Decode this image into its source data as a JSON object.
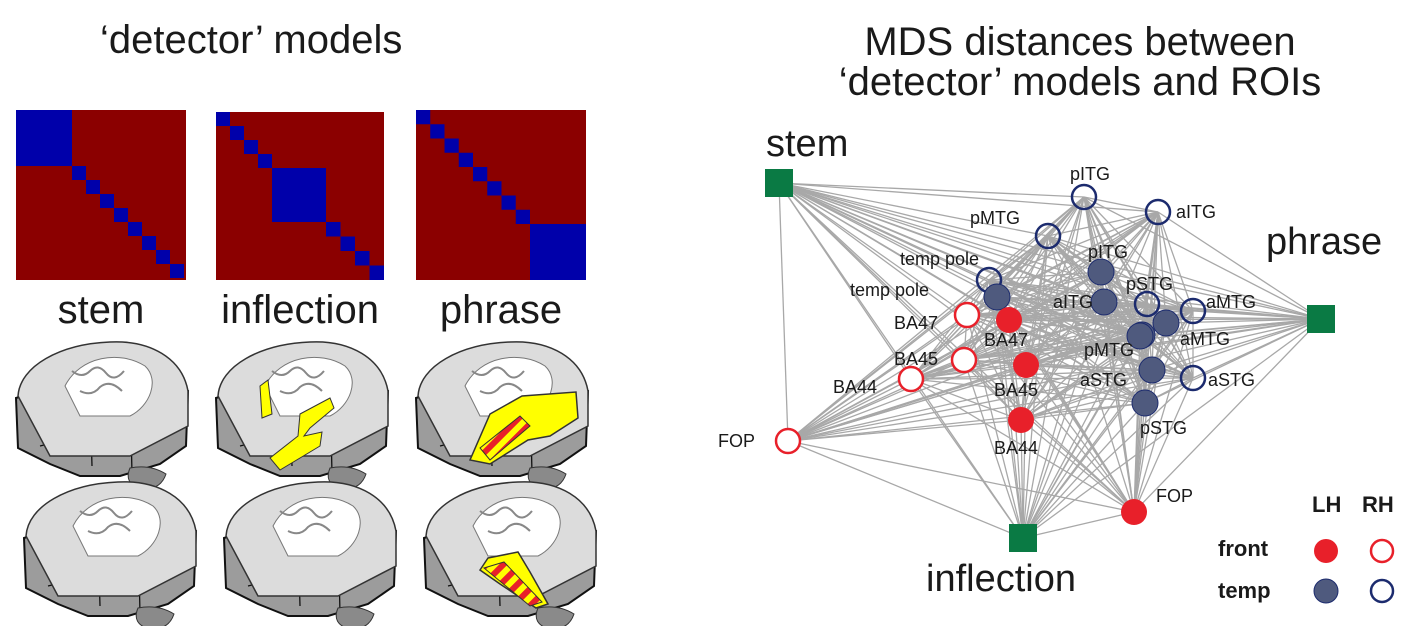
{
  "left_panel": {
    "title": "‘detector’ models",
    "models": [
      {
        "label": "stem",
        "diag_blocks": [
          1,
          1,
          1,
          1,
          1,
          1,
          1,
          1
        ]
      },
      {
        "label": "inflection",
        "diag_blocks": [
          1,
          1,
          1,
          1,
          1,
          1,
          1,
          1
        ]
      },
      {
        "label": "phrase",
        "diag_blocks": [
          1,
          1,
          1,
          1,
          1,
          1,
          1,
          1
        ]
      }
    ]
  },
  "right_panel": {
    "title_line1": "MDS distances between",
    "title_line2": "‘detector’ models and ROIs",
    "models": [
      {
        "id": "stem",
        "label": "stem"
      },
      {
        "id": "phrase",
        "label": "phrase"
      },
      {
        "id": "inflection",
        "label": "inflection"
      }
    ],
    "roi_labels": {
      "pITG_r": "pITG",
      "aITG_r": "aITG",
      "pMTG_r": "pMTG",
      "temp_pole_r": "temp pole",
      "temp_pole_l": "temp pole",
      "pITG_l": "pITG",
      "aITG_l": "aITG",
      "pSTG_r": "pSTG",
      "aMTG_r": "aMTG",
      "aMTG_l": "aMTG",
      "pMTG_l": "pMTG",
      "aSTG_l": "aSTG",
      "aSTG_r": "aSTG",
      "pSTG_l": "pSTG",
      "BA47_r": "BA47",
      "BA47_l": "BA47",
      "BA45_r": "BA45",
      "BA45_l": "BA45",
      "BA44_r": "BA44",
      "BA44_l": "BA44",
      "FOP_r": "FOP",
      "FOP_l": "FOP"
    },
    "legend": {
      "col_lh": "LH",
      "col_rh": "RH",
      "row_front": "front",
      "row_temp": "temp"
    },
    "colors": {
      "front": "#e8202a",
      "temp_fill": "#4f5a7e",
      "temp_edge": "#1c2b6e",
      "model": "#0a7a44",
      "edge": "#9a9a9a"
    }
  },
  "colors": {
    "matrix_bg": "#8b0000",
    "matrix_block": "#0000aa",
    "brain_gray": "#9c9c9c",
    "highlight": "#ffff00",
    "stripe": "#e8202a"
  }
}
